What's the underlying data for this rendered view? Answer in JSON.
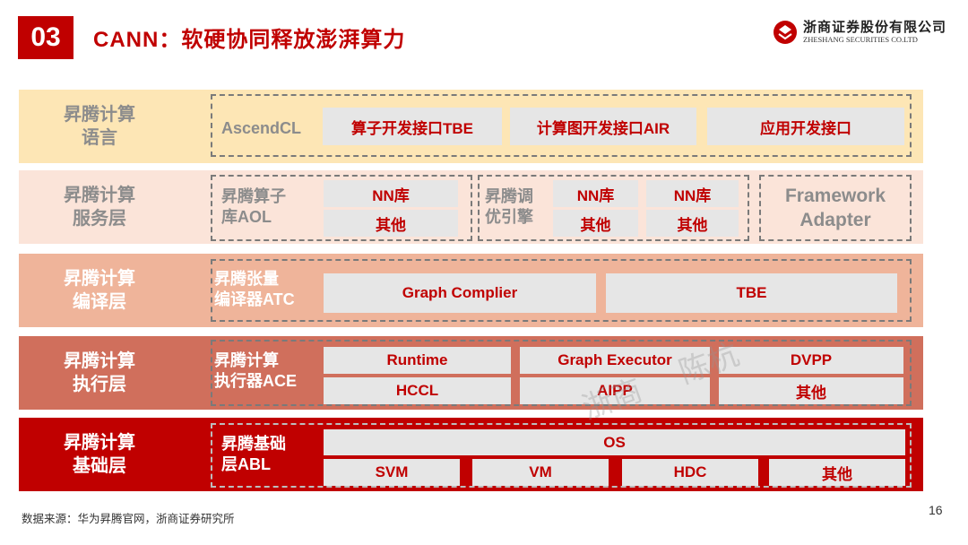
{
  "header": {
    "section_number": "03",
    "title": "CANN：软硬协同释放澎湃算力",
    "logo_cn": "浙商证券股份有限公司",
    "logo_en": "ZHESHANG SECURITIES CO.LTD"
  },
  "layers": [
    {
      "label_line1": "昇腾计算",
      "label_line2": "语言",
      "items": {
        "a": "AscendCL",
        "b": "算子开发接口TBE",
        "c": "计算图开发接口AIR",
        "d": "应用开发接口"
      }
    },
    {
      "label_line1": "昇腾计算",
      "label_line2": "服务层",
      "aol_l1": "昇腾算子",
      "aol_l2": "库AOL",
      "aol_nn": "NN库",
      "aol_other": "其他",
      "tune_l1": "昇腾调",
      "tune_l2": "优引擎",
      "tune_nn1": "NN库",
      "tune_nn2": "NN库",
      "tune_other1": "其他",
      "tune_other2": "其他",
      "fw_l1": "Framework",
      "fw_l2": "Adapter"
    },
    {
      "label_line1": "昇腾计算",
      "label_line2": "编译层",
      "atc_l1": "昇腾张量",
      "atc_l2": "编译器ATC",
      "graph_compiler": "Graph Complier",
      "tbe": "TBE"
    },
    {
      "label_line1": "昇腾计算",
      "label_line2": "执行层",
      "ace_l1": "昇腾计算",
      "ace_l2": "执行器ACE",
      "runtime": "Runtime",
      "graph_executor": "Graph Executor",
      "dvpp": "DVPP",
      "hccl": "HCCL",
      "aipp": "AIPP",
      "other": "其他"
    },
    {
      "label_line1": "昇腾计算",
      "label_line2": "基础层",
      "abl_l1": "昇腾基础",
      "abl_l2": "层ABL",
      "os": "OS",
      "svm": "SVM",
      "vm": "VM",
      "hdc": "HDC",
      "other": "其他"
    }
  ],
  "watermark": {
    "w1": "浙商",
    "w2": "陈杭"
  },
  "footer": {
    "source": "数据来源：华为昇腾官网，浙商证券研究所",
    "page_number": "16"
  },
  "colors": {
    "brand_red": "#c00000",
    "layer1_bg": "#fde6b5",
    "layer2_bg": "#fbe4d9",
    "layer3_bg": "#efb49a",
    "layer4_bg": "#d06f5c",
    "layer5_bg": "#c00000"
  }
}
